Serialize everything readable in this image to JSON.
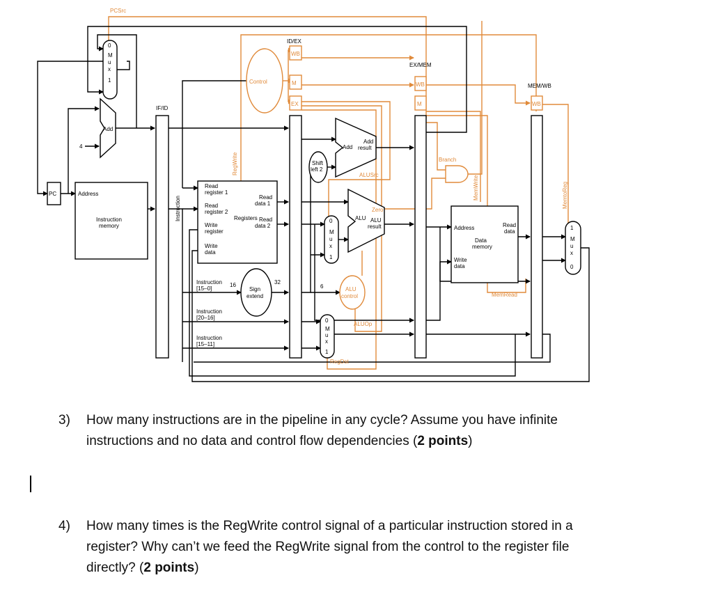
{
  "diagram": {
    "control_signals": {
      "pcsrc": "PCSrc",
      "regwrite": "RegWrite",
      "branch": "Branch",
      "memwrite": "MemWrite",
      "memtoreg": "MemtoReg",
      "alusrc": "ALUSrc",
      "aluop": "ALUOp",
      "regdst": "RegDst",
      "memread": "MemRead"
    },
    "pipeline_registers": {
      "ifid": "IF/ID",
      "idex": "ID/EX",
      "exmem": "EX/MEM",
      "memwb": "MEM/WB"
    },
    "stage_fields": {
      "wb": "WB",
      "m": "M",
      "ex": "EX"
    },
    "blocks": {
      "pc": "PC",
      "add": "Add",
      "four": "4",
      "address": "Address",
      "instruction_memory": [
        "Instruction",
        "memory"
      ],
      "instruction_bus": "Instruction",
      "control": "Control",
      "registers": "Registers",
      "read_register_1": [
        "Read",
        "register 1"
      ],
      "read_register_2": [
        "Read",
        "register 2"
      ],
      "write_register": [
        "Write",
        "register"
      ],
      "write_data": [
        "Write",
        "data"
      ],
      "read_data_1": [
        "Read",
        "data 1"
      ],
      "read_data_2": [
        "Read",
        "data 2"
      ],
      "sign_extend": [
        "Sign",
        "extend"
      ],
      "bits_16": "16",
      "bits_32": "32",
      "bits_6": "6",
      "instr_15_0": [
        "Instruction",
        "[15–0]"
      ],
      "instr_20_16": [
        "Instruction",
        "[20–16]"
      ],
      "instr_15_11": [
        "Instruction",
        "[15–11]"
      ],
      "shift_left_2": [
        "Shift",
        "left 2"
      ],
      "add_result": [
        "Add",
        "result"
      ],
      "alu": "ALU",
      "zero": "Zero",
      "alu_result": [
        "ALU",
        "result"
      ],
      "alu_control": [
        "ALU",
        "control"
      ],
      "data_memory_address": "Address",
      "data_memory": [
        "Data",
        "memory"
      ],
      "read_data": [
        "Read",
        "data"
      ],
      "mem_write_data": [
        "Write",
        "data"
      ],
      "mux_zero": "0",
      "mux_one": "1",
      "mux_letters": [
        "M",
        "u",
        "x"
      ]
    }
  },
  "questions": [
    {
      "number": "3)",
      "line1": "How many instructions are in the pipeline in any cycle? Assume you have infinite",
      "line2_prefix": "instructions and no data and control flow dependencies (",
      "points": "2 points",
      "line2_suffix": ")"
    },
    {
      "number": "4)",
      "line1": "How many times is the RegWrite control signal of a particular instruction stored in a",
      "line2": "register? Why can’t we feed the RegWrite signal from the control to the register file",
      "line3_prefix": "directly? (",
      "points": "2 points",
      "line3_suffix": ")"
    }
  ],
  "colors": {
    "datapath": "#000000",
    "control": "#e08a3a"
  }
}
